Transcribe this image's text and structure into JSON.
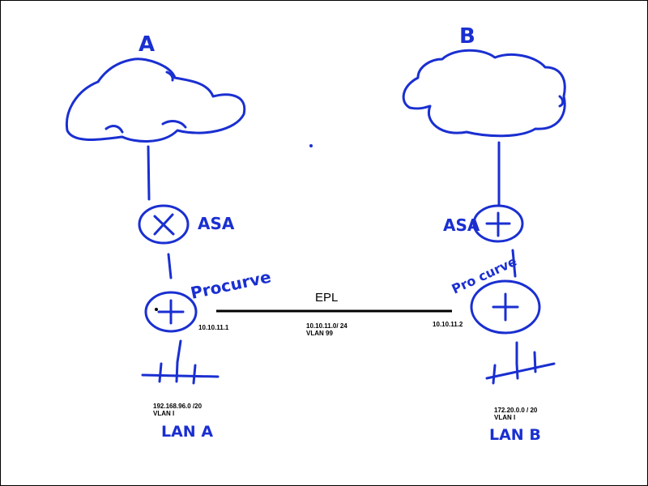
{
  "site_a": {
    "label": "A",
    "firewall_label": "ASA",
    "switch_label": "Procurve",
    "switch_ip": "10.10.11.1",
    "lan_network": "192.168.96.0 /20",
    "lan_vlan": "VLAN I",
    "lan_label": "LAN A"
  },
  "site_b": {
    "label": "B",
    "firewall_label": "ASA",
    "switch_label": "Pro curve",
    "switch_ip": "10.10.11.2",
    "lan_network": "172.20.0.0 / 20",
    "lan_vlan": "VLAN I",
    "lan_label": "LAN B"
  },
  "link": {
    "label": "EPL",
    "subnet": "10.10.11.0/ 24",
    "vlan": "VLAN 99"
  },
  "colors": {
    "ink": "#1a2fd1",
    "link": "#000000"
  }
}
